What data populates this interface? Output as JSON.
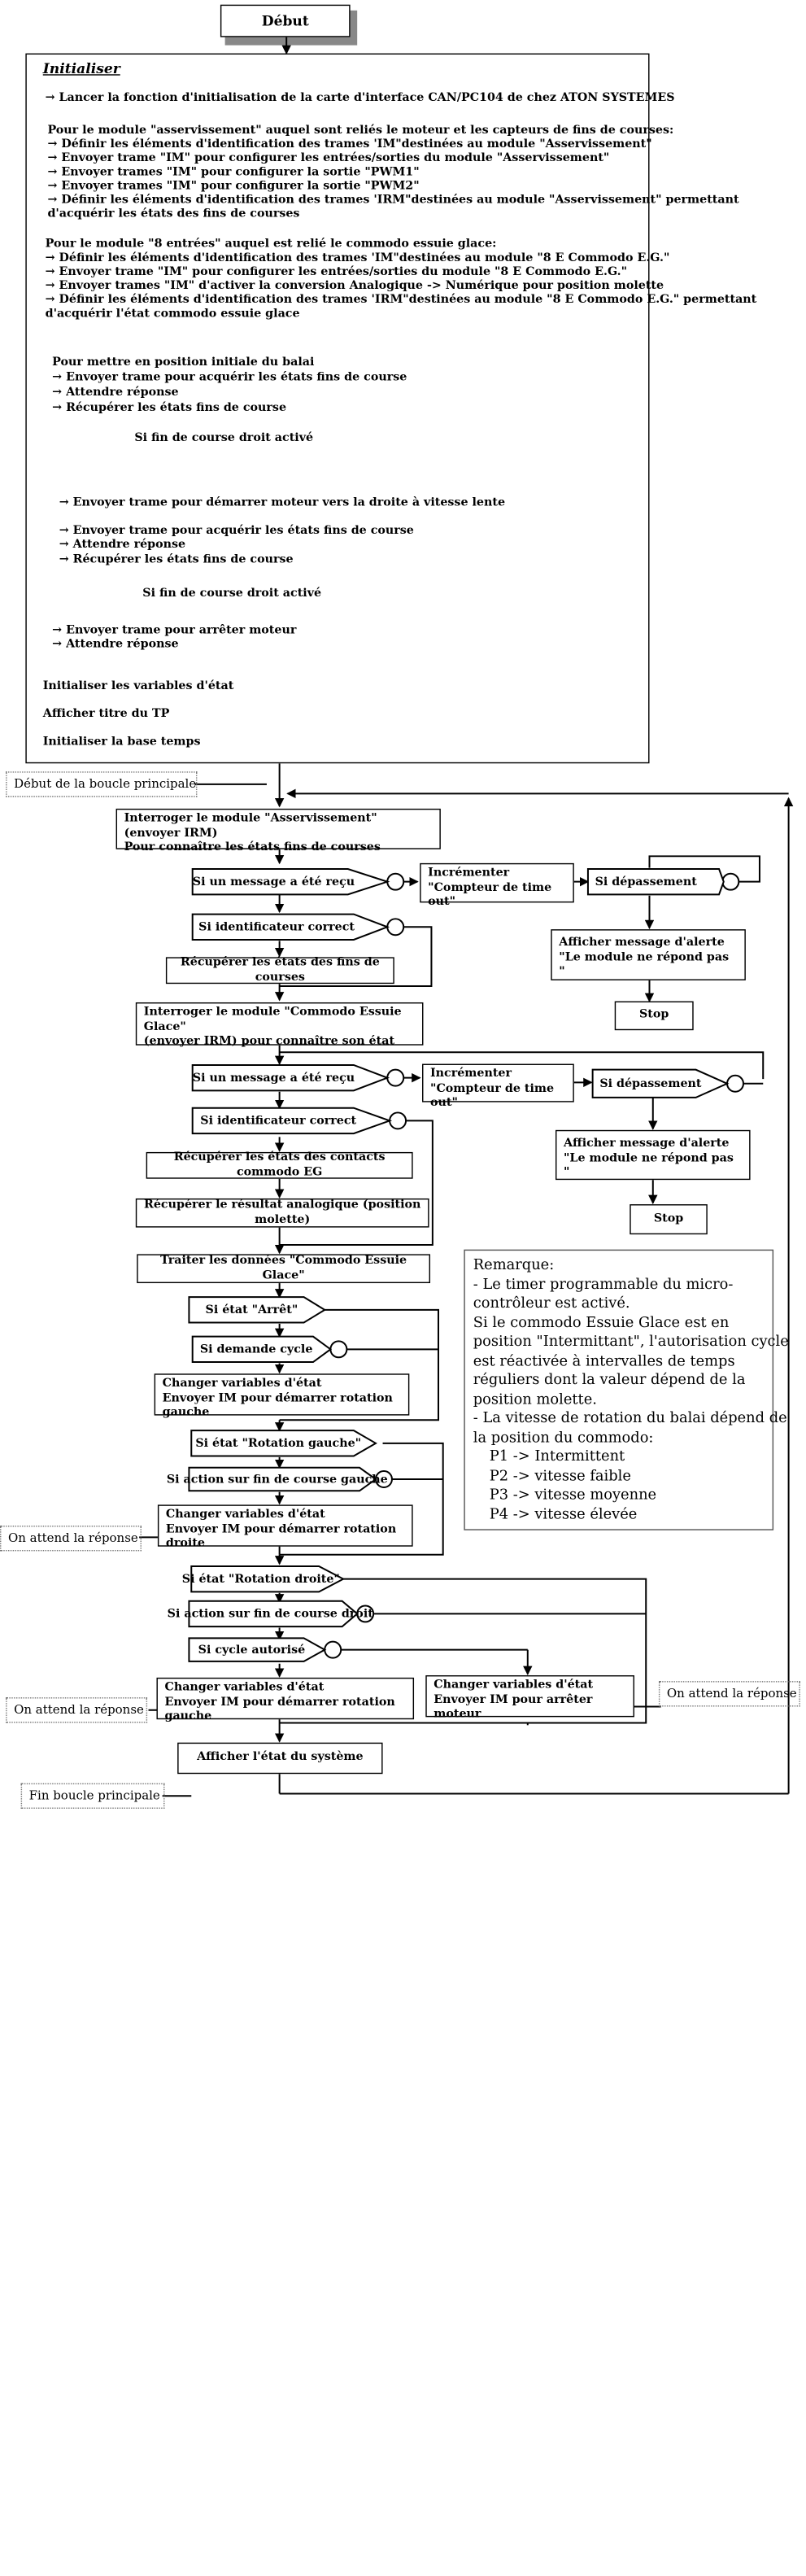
{
  "start": "Début",
  "init": {
    "title": "Initialiser",
    "line1": "→ Lancer la fonction d'initialisation de la carte d'interface CAN/PC104 de chez ATON SYSTEMES",
    "asserv_intro": "Pour le module \"asservissement\" auquel sont reliés le moteur et les capteurs de fins de courses:",
    "asserv_1": "→ Définir les éléments d'identification des trames 'IM\"destinées au module \"Asservissement\"",
    "asserv_2": "→ Envoyer trame \"IM\" pour configurer les entrées/sorties du module \"Asservissement\"",
    "asserv_3": "→ Envoyer trames \"IM\"  pour configurer la sortie \"PWM1\"",
    "asserv_4": "→ Envoyer trames \"IM\"  pour configurer la sortie \"PWM2\"",
    "asserv_5a": "→ Définir les éléments d'identification des trames 'IRM\"destinées au module \"Asservissement\" permettant",
    "asserv_5b": "d'acquérir les états des fins de courses",
    "e8_intro": "Pour le module \"8 entrées\" auquel est relié le commodo  essuie glace:",
    "e8_1": "→ Définir les éléments d'identification des trames 'IM\"destinées au module \"8 E  Commodo E.G.\"",
    "e8_2": "→ Envoyer trame \"IM\" pour configurer les entrées/sorties du module \"8 E  Commodo E.G.\"",
    "e8_3": "→ Envoyer trames \"IM\"  d'activer la conversion Analogique -> Numérique pour position molette",
    "e8_4a": "→ Définir les éléments d'identification des trames 'IRM\"destinées au module \"8 E  Commodo E.G.\" permettant",
    "e8_4b": "d'acquérir l'état commodo essuie glace",
    "balai_intro": "Pour mettre en position initiale du balai",
    "balai_1": "→ Envoyer trame pour acquérir les états fins de course",
    "balai_2": "→ Attendre réponse",
    "balai_3": "→ Récupérer les états fins de course",
    "cond_fdc_droit_1": "Si fin de course droit activé",
    "moteur_lent": "→ Envoyer trame pour démarrer moteur vers la droite à vitesse lente",
    "loop_1": "→ Envoyer trame pour acquérir les états fins de course",
    "loop_2": "→ Attendre réponse",
    "loop_3": "→ Récupérer les états fins de course",
    "cond_fdc_droit_2": "Si fin de course droit activé",
    "stop_1": "→ Envoyer trame pour arrêter moteur",
    "stop_2": "→ Attendre réponse",
    "var_etat": "Initialiser les variables d'état",
    "titre_tp": "Afficher titre du TP",
    "base_temps": "Initialiser la base temps"
  },
  "main": {
    "loop_start": "Début de la boucle principale",
    "asserv_query_1": "Interroger le module \"Asservissement\" (envoyer IRM)",
    "asserv_query_2": "Pour connaître les états fins de courses",
    "msg_recu_1": "Si un message a été reçu",
    "inc_1a": "Incrémenter",
    "inc_1b": "\"Compteur de time out\"",
    "depass_1": "Si dépassement",
    "ident_1": "Si identificateur correct",
    "alert_1a": "Afficher  message d'alerte",
    "alert_1b": "\"Le module ne répond pas \"",
    "recup_fdc": "Récupérer les états des fins de courses",
    "stop_a": "Stop",
    "commodo_query_1": "Interroger le module \"Commodo Essuie Glace\"",
    "commodo_query_2": "(envoyer IRM) pour connaître son état",
    "msg_recu_2": "Si un message a été reçu",
    "inc_2a": "Incrémenter",
    "inc_2b": "\"Compteur de time out\"",
    "depass_2": "Si dépassement",
    "ident_2": "Si identificateur correct",
    "alert_2a": "Afficher  message d'alerte",
    "alert_2b": "\"Le module ne répond pas \"",
    "recup_contacts": "Récupérer les états des contacts commodo EG",
    "stop_b": "Stop",
    "recup_analog": "Récupérer le résultat analogique (position molette)",
    "traiter": "Traiter les données \"Commodo Essuie Glace\"",
    "etat_arret": "Si état \"Arrêt\"",
    "demande_cycle": "Si demande cycle",
    "chg_gauche_a": "Changer variables d'état",
    "chg_gauche_b": "Envoyer IM pour démarrer rotation gauche",
    "etat_rot_gauche": "Si état \"Rotation gauche\"",
    "action_fdc_gauche": "Si action sur fin de course gauche",
    "note_attente_1": "On attend la réponse",
    "chg_droite_a": "Changer variables d'état",
    "chg_droite_b": "Envoyer IM pour démarrer rotation  droite",
    "etat_rot_droite": "Si état \"Rotation droite\"",
    "action_fdc_droit": "Si action sur fin de course droit",
    "cycle_autorise": "Si cycle autorisé",
    "note_attente_2": "On attend la réponse",
    "chg_gauche2_a": "Changer variables d'état",
    "chg_gauche2_b": "Envoyer IM pour démarrer rotation  gauche",
    "chg_stop_a": "Changer variables d'état",
    "chg_stop_b": "Envoyer IM pour arrêter moteur",
    "note_attente_3": "On attend la réponse",
    "afficher_etat": "Afficher l'état du système",
    "loop_end": "Fin boucle principale"
  },
  "remark": {
    "l1": "Remarque:",
    "l2": "- Le timer programmable du micro-",
    "l3": "contrôleur est activé.",
    "l4": "Si le commodo Essuie Glace est en",
    "l5": "position \"Intermittant\", l'autorisation cycle",
    "l6": "est réactivée à intervalles de temps",
    "l7": "réguliers dont la valeur dépend de la",
    "l8": "position molette.",
    "l9": "- La vitesse de rotation du balai dépend de",
    "l10": "la position du commodo:",
    "l11": "P1  ->  Intermittent",
    "l12": "P2  ->  vitesse faible",
    "l13": "P3  ->  vitesse moyenne",
    "l14": "P4  ->  vitesse élevée"
  }
}
